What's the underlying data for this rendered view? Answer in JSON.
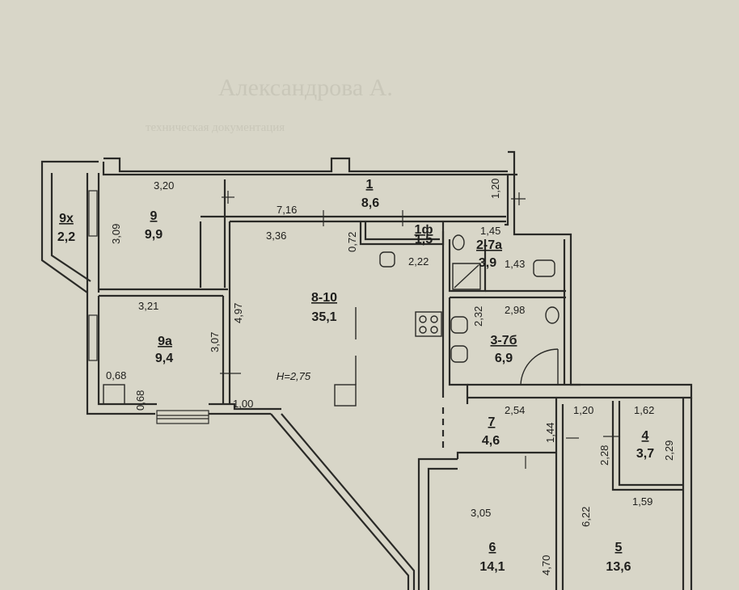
{
  "background_color": "#d8d6c8",
  "ink_color": "#2a2a27",
  "header_faint": {
    "line1": "Александрова А.",
    "line2": "техническая документация"
  },
  "rooms": [
    {
      "id": "1",
      "area": "8,6"
    },
    {
      "id": "9х",
      "area": "2,2"
    },
    {
      "id": "9",
      "area": "9,9"
    },
    {
      "id": "1ф",
      "area": "1,5"
    },
    {
      "id": "2-7а",
      "area": "3,9"
    },
    {
      "id": "8-10",
      "area": "35,1"
    },
    {
      "id": "9а",
      "area": "9,4"
    },
    {
      "id": "3-7б",
      "area": "6,9"
    },
    {
      "id": "7",
      "area": "4,6"
    },
    {
      "id": "4",
      "area": "3,7"
    },
    {
      "id": "6",
      "area": "14,1"
    },
    {
      "id": "5",
      "area": "13,6"
    }
  ],
  "height_label": "H=2,75",
  "dimensions": {
    "d_3_20": "3,20",
    "d_1_20_top": "1,20",
    "d_7_16": "7,16",
    "d_3_09": "3,09",
    "d_3_36": "3,36",
    "d_0_72": "0,72",
    "d_1_45": "1,45",
    "d_2_22": "2,22",
    "d_1_43": "1,43",
    "d_3_21": "3,21",
    "d_4_97": "4,97",
    "d_3_07": "3,07",
    "d_2_32": "2,32",
    "d_2_98": "2,98",
    "d_0_68_h": "0,68",
    "d_0_68_v": "0,68",
    "d_1_00": "1,00",
    "d_2_54": "2,54",
    "d_1_20_mid": "1,20",
    "d_1_62": "1,62",
    "d_1_44": "1,44",
    "d_2_28": "2,28",
    "d_2_29": "2,29",
    "d_3_05": "3,05",
    "d_6_22": "6,22",
    "d_1_59": "1,59",
    "d_4_70": "4,70"
  }
}
